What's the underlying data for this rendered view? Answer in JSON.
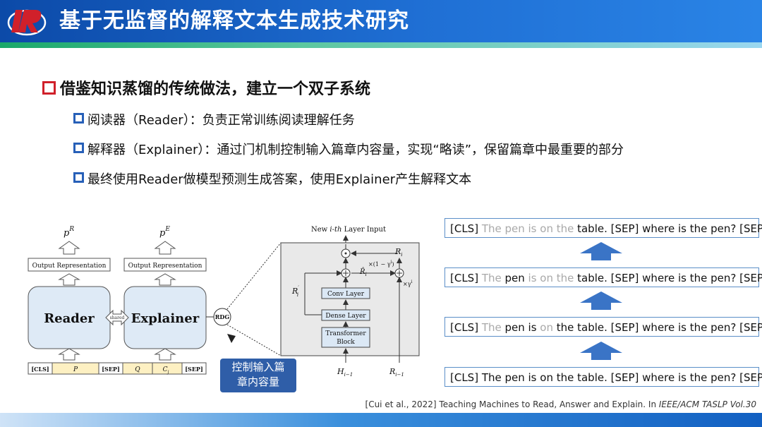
{
  "header": {
    "title": "基于无监督的解释文本生成技术研究"
  },
  "main": {
    "heading": "借鉴知识蒸馏的传统做法，建立一个双子系统",
    "bullets": [
      "阅读器（Reader）：负责正常训练阅读理解任务",
      "解释器（Explainer）：通过门机制控制输入篇章内容量，实现“略读”，保留篇章中最重要的部分",
      "最终使用Reader做模型预测生成答案，使用Explainer产生解释文本"
    ]
  },
  "diagram": {
    "top_labels": {
      "reader_output": "p",
      "reader_output_sup": "R",
      "explainer_output": "p",
      "explainer_output_sup": "E"
    },
    "output_rep_left": "Output Representation",
    "output_rep_right": "Output Representation",
    "reader": "Reader",
    "explainer": "Explainer",
    "shared": "shared",
    "rdg": "RDG",
    "input_cells": [
      "[CLS]",
      "P",
      "[SEP]",
      "Q",
      "C",
      "[SEP]"
    ],
    "input_cell_sub": "j",
    "layer_title_pre": "New ",
    "layer_title_em": "i-th",
    "layer_title_post": " Layer Input",
    "blocks": {
      "conv": "Conv Layer",
      "dense": "Dense Layer",
      "transformer_1": "Transformer",
      "transformer_2": "Block"
    },
    "symbols": {
      "r": "R",
      "r_sub": "i",
      "r_prime": "R",
      "r_prime_sup": "′",
      "r_prime_sub": "i",
      "r_hat": "R̂",
      "r_hat_sub": "i",
      "gamma_left": "×(1 − γ",
      "gamma_left_sup": "i",
      "gamma_left_close": ")",
      "gamma_right": "×γ",
      "gamma_right_sup": "i",
      "h_bottom": "H",
      "h_bottom_sub": "i−1",
      "r_bottom": "R",
      "r_bottom_sub": "i−1"
    },
    "callout": {
      "line1": "控制输入篇",
      "line2": "章内容量"
    }
  },
  "sequences": [
    [
      {
        "t": "[CLS] ",
        "s": "normal"
      },
      {
        "t": "The pen is on the ",
        "s": "faded"
      },
      {
        "t": "table. [SEP] where is the pen? [SEP]",
        "s": "normal"
      }
    ],
    [
      {
        "t": "[CLS] ",
        "s": "normal"
      },
      {
        "t": "The ",
        "s": "faded"
      },
      {
        "t": "pen ",
        "s": "normal"
      },
      {
        "t": "is on the ",
        "s": "faded"
      },
      {
        "t": "table. [SEP] where is the pen? [SEP]",
        "s": "normal"
      }
    ],
    [
      {
        "t": "[CLS] ",
        "s": "normal"
      },
      {
        "t": "The ",
        "s": "faded"
      },
      {
        "t": "pen is ",
        "s": "normal"
      },
      {
        "t": "on ",
        "s": "faded"
      },
      {
        "t": "the table. [SEP] where is the pen? [SEP]",
        "s": "normal"
      }
    ],
    [
      {
        "t": "[CLS] The pen is on the table. [SEP] where is the pen? [SEP]",
        "s": "normal"
      }
    ]
  ],
  "citation": {
    "pre": "[Cui et al., 2022] Teaching Machines to Read, Answer and Explain. In ",
    "venue": "IEEE/ACM TASLP Vol.30"
  },
  "colors": {
    "header": "#1f6fd4",
    "accent_red": "#d0202a",
    "accent_blue": "#2760b8",
    "box_fill": "#deeaf6",
    "arrow_blue": "#3a74c6",
    "callout": "#2f5ea8"
  }
}
